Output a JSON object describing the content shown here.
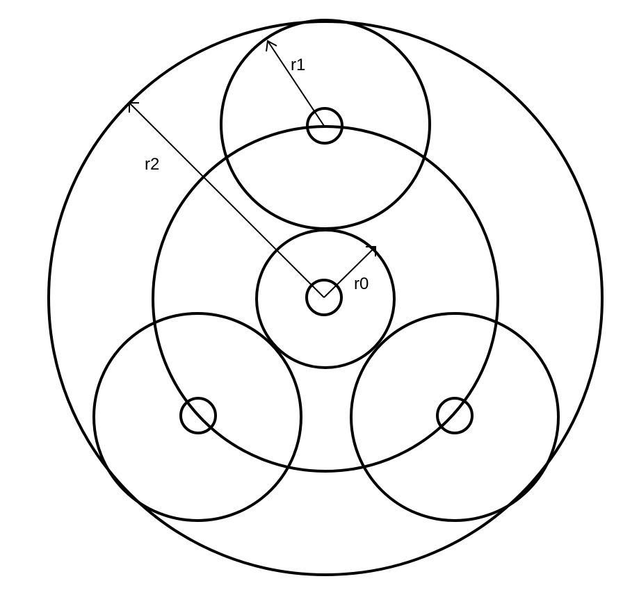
{
  "labels": {
    "r0": "r0",
    "r1": "r1",
    "r2": "r2"
  }
}
